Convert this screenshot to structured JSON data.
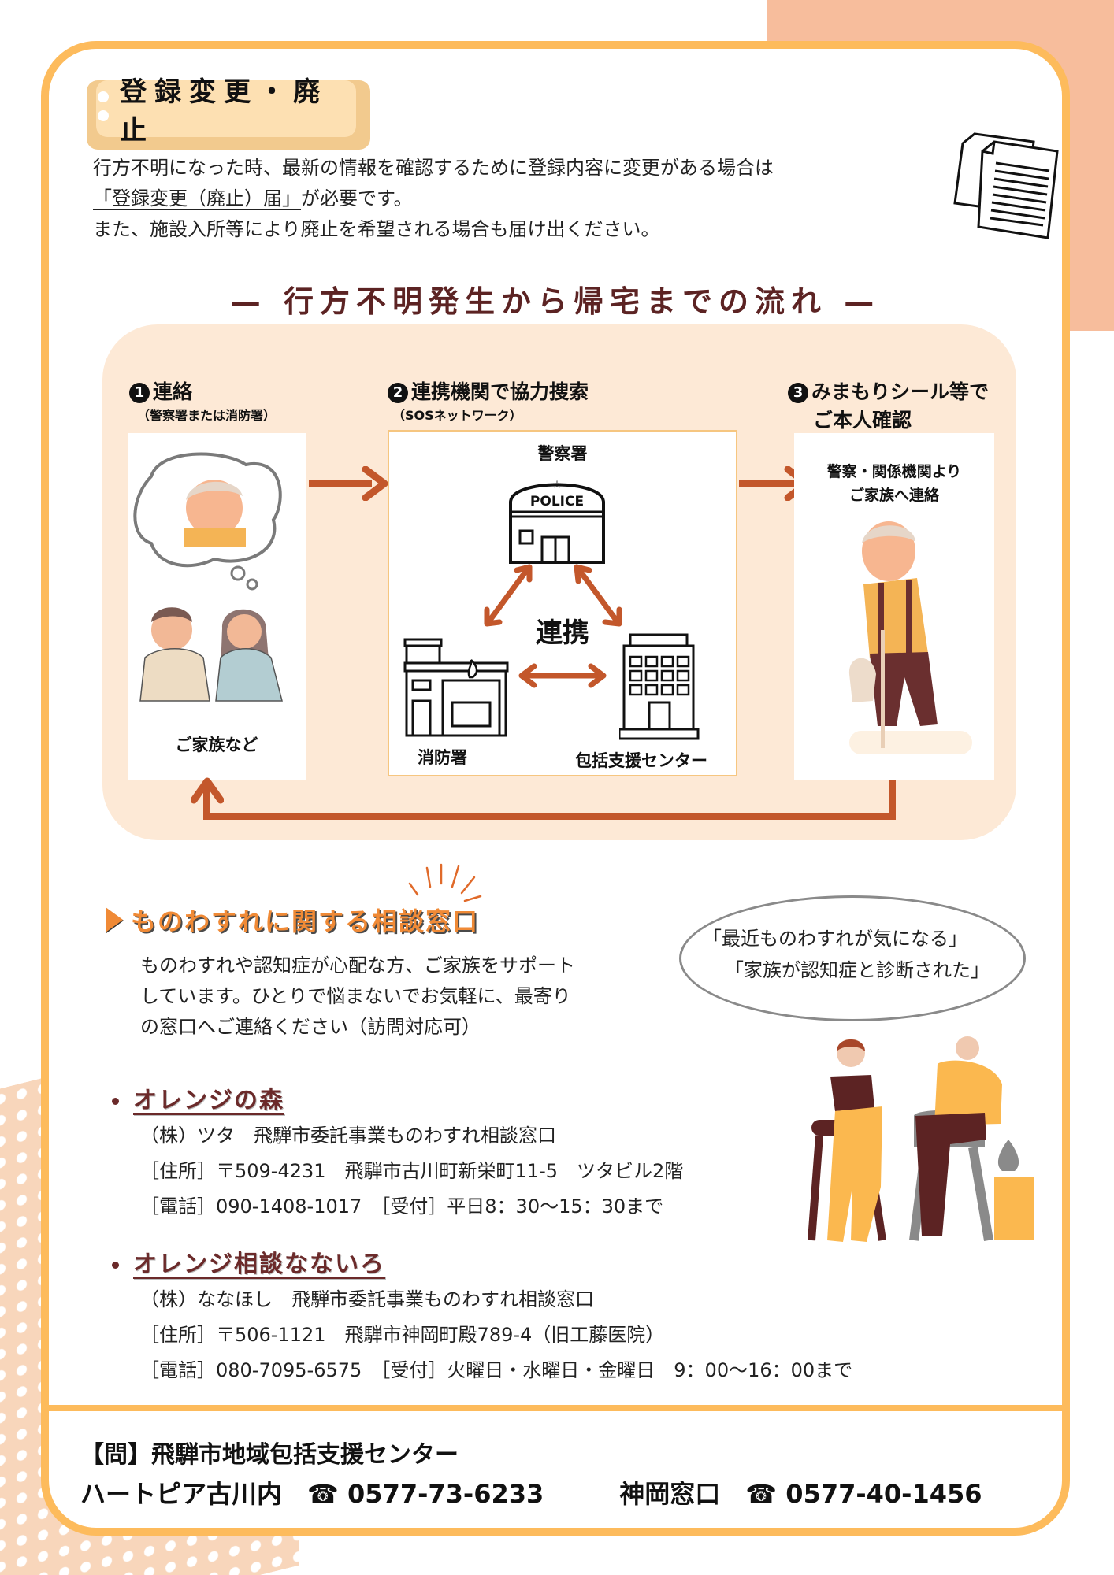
{
  "registration": {
    "title": "登録変更・廃止",
    "line1": "行方不明になった時、最新の情報を確認するために登録内容に変更がある場合は",
    "line2_underlined": "「登録変更（廃止）届」",
    "line2_rest": "が必要です。",
    "line3": "また、施設入所等により廃止を希望される場合も届け出ください。",
    "icon": "documents-icon"
  },
  "flow": {
    "title": "— 行方不明発生から帰宅までの流れ —",
    "steps": [
      {
        "number": "1",
        "title": "連絡",
        "subtitle": "（警察署または消防署）",
        "box_label": "ご家族など"
      },
      {
        "number": "2",
        "title": "連携機関で協力捜索",
        "subtitle": "（SOSネットワーク）",
        "agencies": {
          "police": "警察署",
          "police_sign": "POLICE",
          "fire": "消防署",
          "center": "包括支援センター",
          "center_label": "連携"
        }
      },
      {
        "number": "3",
        "title_line1": "みまもりシール等で",
        "title_line2": "ご本人確認",
        "box_line1": "警察・関係機関より",
        "box_line2": "ご家族へ連絡"
      }
    ]
  },
  "consultation": {
    "title": "ものわすれに関する相談窓口",
    "body_line1": "ものわすれや認知症が心配な方、ご家族をサポート",
    "body_line2": "しています。ひとりで悩まないでお気軽に、最寄り",
    "body_line3": "の窓口へご連絡ください（訪問対応可）",
    "bubble_line1": "「最近ものわすれが気になる」",
    "bubble_line2": "「家族が認知症と診断された」",
    "orgs": [
      {
        "name": "オレンジの森",
        "company": "（株）ツタ　飛騨市委託事業ものわすれ相談窓口",
        "address": "［住所］〒509-4231　飛騨市古川町新栄町11-5　ツタビル2階",
        "phone": "［電話］090-1408-1017　［受付］平日8：30〜15：30まで"
      },
      {
        "name": "オレンジ相談なないろ",
        "company": "（株）ななほし　飛騨市委託事業ものわすれ相談窓口",
        "address": "［住所］〒506-1121　飛騨市神岡町殿789-4（旧工藤医院）",
        "phone": "［電話］080-7095-6575　［受付］火曜日・水曜日・金曜日　9：00〜16：00まで"
      }
    ]
  },
  "footer": {
    "inquiry": "【問】飛騨市地域包括支援センター",
    "office1": "ハートピア古川内",
    "phone1": "☎ 0577-73-6233",
    "office2": "神岡窓口",
    "phone2": "☎ 0577-40-1456"
  },
  "colors": {
    "accent_orange": "#fdbb5c",
    "arrow": "#c3572b",
    "heading_brown": "#5c2323",
    "panel_bg": "#fde9d6",
    "title_orange": "#f08a36"
  }
}
